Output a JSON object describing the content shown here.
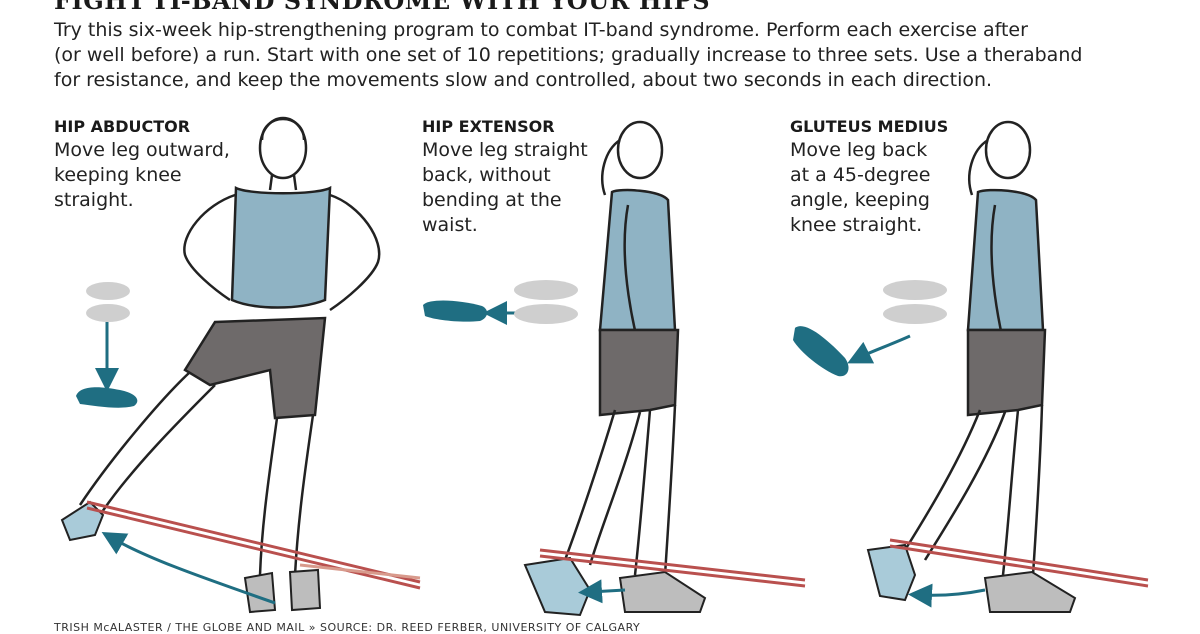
{
  "title": "FIGHT IT-BAND SYNDROME WITH YOUR HIPS",
  "intro": {
    "line1": "Try this six-week hip-strengthening program to combat IT-band syndrome. Perform each exercise after",
    "line2": "(or well before) a run. Start with one set of 10 repetitions; gradually increase to three sets. Use a theraband",
    "line3": "for resistance, and keep the movements slow and controlled, about two seconds in each direction."
  },
  "exercises": [
    {
      "heading": "HIP ABDUCTOR",
      "desc1": "Move leg outward,",
      "desc2": "keeping knee",
      "desc3": "straight."
    },
    {
      "heading": "HIP EXTENSOR",
      "desc1": "Move leg straight",
      "desc2": "back, without",
      "desc3": "bending at the",
      "desc4": "waist."
    },
    {
      "heading": "GLUTEUS MEDIUS",
      "desc1": "Move leg back",
      "desc2": "at a 45-degree",
      "desc3": "angle, keeping",
      "desc4": "knee straight."
    }
  ],
  "credit": "TRISH McALASTER / THE GLOBE AND MAIL » SOURCE: DR. REED FERBER, UNIVERSITY OF CALGARY",
  "colors": {
    "shirt": "#8fb3c4",
    "shorts": "#6e6a6a",
    "foot_accent": "#1f6e82",
    "foot_ghost": "#cfcfcf",
    "band": "#b9504e",
    "shoe_light": "#a9cbd9",
    "shoe_gray": "#bdbdbd"
  }
}
